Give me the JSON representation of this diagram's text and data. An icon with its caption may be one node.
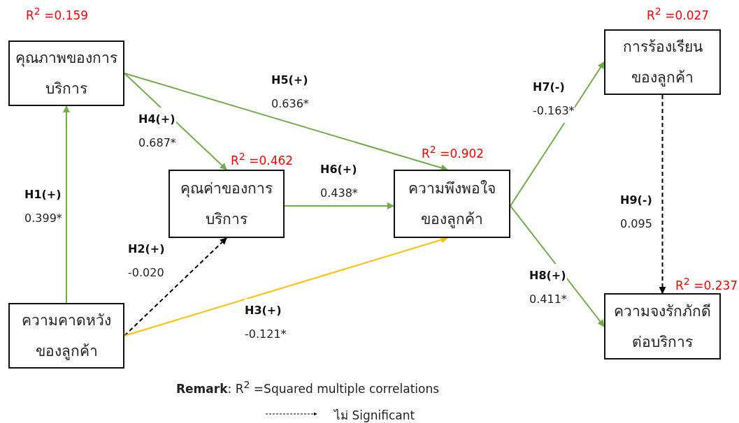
{
  "diagram": {
    "nodes": [
      {
        "text": [
          "คุณภาพของการบริการ"
        ],
        "beside": [
          "R$^{2}$ =0.159"
        ]
      },
      {
        "text": [
          "ความคาดหวังของลูกค้า"
        ]
      },
      {
        "text": [
          "คุณค่าของการบริการ"
        ],
        "beside": [
          "R$^{2}$ =0.462"
        ]
      },
      {
        "text": [
          "ความพึงพอใจของลูกค้า"
        ],
        "beside": [
          "R$^{2}$ =0.902"
        ]
      },
      {
        "text": [
          "การร้องเรียนของลูกค้า"
        ],
        "beside": [
          "R$^{2}$ =0.027"
        ]
      },
      {
        "text": [
          "ความจงรักภักดีต่อบริการ"
        ],
        "beside": [
          "R$^{2}$ =0.237"
        ]
      }
    ],
    "edges": [
      {
        "from": 1,
        "to": 0,
        "arrow": "to",
        "label": "**H1(+)** 0.399*"
      },
      {
        "from": 1,
        "to": 2,
        "arrow": "to",
        "label": "**H2(+)** -0.020",
        "style": "dashed",
        "color": "#000000"
      },
      {
        "from": 1,
        "to": 3,
        "arrow": "to",
        "label": "**H3(+)** -0.121*",
        "color": "#ffc000"
      },
      {
        "from": 0,
        "to": 2,
        "arrow": "to",
        "label": "**H4(+)** 0.687*"
      },
      {
        "from": 0,
        "to": 3,
        "arrow": "to",
        "label": "**H5(+)** 0.636*"
      },
      {
        "from": 2,
        "to": 3,
        "arrow": "to",
        "label": "**H6(+)** 0.438*"
      },
      {
        "from": 3,
        "to": 4,
        "arrow": "to",
        "label": "**H7(-)** -0.163*"
      },
      {
        "from": 3,
        "to": 5,
        "arrow": "to",
        "label": "**H8(+)** 0.411*"
      },
      {
        "from": 4,
        "to": 5,
        "arrow": "to",
        "label": "**H9(-)** 0.095",
        "style": "dashed",
        "color": "#000000"
      }
    ],
    "labels": [
      "**Remark**: R$^{2}$ =Squared multiple correlations"
    ],
    "legend": [
      {
        "text": "ไม่ Significant"
      }
    ]
  }
}
